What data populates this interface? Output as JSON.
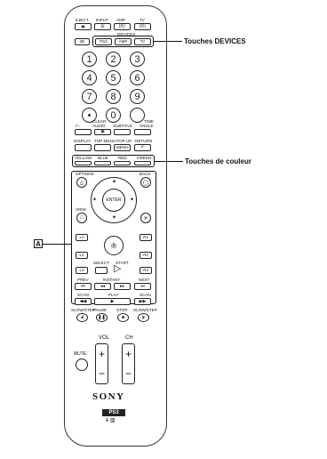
{
  "callouts": {
    "devices": "Touches DEVICES",
    "colors": "Touches de couleur",
    "marker": "A"
  },
  "top_row": {
    "eject": "EJECT",
    "input": "INPUT",
    "amp": "AMP",
    "tv": "TV",
    "devices_label": "DEVICES",
    "d3": "3D",
    "ps3": "PS3",
    "amp_btn": "AMP",
    "tv_btn": "TV"
  },
  "numbers": [
    "1",
    "2",
    "3",
    "4",
    "5",
    "6",
    "7",
    "8",
    "9",
    "•",
    "0",
    ""
  ],
  "under_numbers": {
    "minus": "-/--",
    "clear": "CLEAR",
    "audio": "AUDIO",
    "subtitle": "SUBTITLE",
    "angle": "ANGLE",
    "time": "TIME"
  },
  "menu_row": {
    "display": "DISPLAY",
    "top_menu": "TOP MENU",
    "popup": "POP UP",
    "menu": "MENU",
    "return": "RETURN"
  },
  "colors_row": {
    "yellow": "YELLOW",
    "blue": "BLUE",
    "red": "RED",
    "green": "GREEN"
  },
  "dpad": {
    "options": "OPTIONS",
    "back": "BACK",
    "view": "VIEW",
    "enter": "ENTER"
  },
  "shoulders": {
    "l1": "L1",
    "r1": "R1",
    "l2": "L2",
    "r2": "R2",
    "l3": "L3",
    "r3": "R3",
    "select": "SELECT",
    "start": "START"
  },
  "transport": {
    "prev": "PREV",
    "instant": "INSTANT",
    "next": "NEXT",
    "scan_l": "SCAN",
    "play": "PLAY",
    "scan_r": "SCAN",
    "slow_l": "SLOW/STEP",
    "pause": "PAUSE",
    "stop": "STOP",
    "slow_r": "SLOW/STEP"
  },
  "volume": {
    "vol": "VOL",
    "ch": "CH",
    "mute": "MUTE",
    "plus": "+",
    "minus": "−"
  },
  "brand": {
    "sony": "SONY",
    "model": "PS3"
  }
}
